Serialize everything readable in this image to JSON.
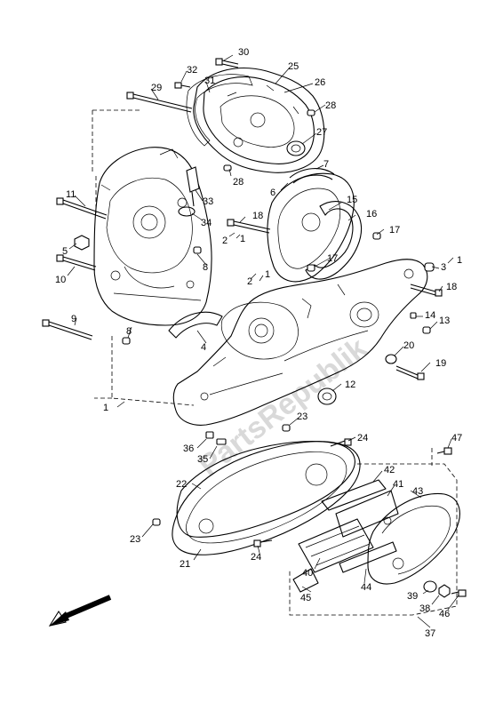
{
  "watermark": "PartsRepublik",
  "callouts": [
    {
      "id": "c30",
      "label": "30"
    },
    {
      "id": "c25",
      "label": "25"
    },
    {
      "id": "c32",
      "label": "32"
    },
    {
      "id": "c31",
      "label": "31"
    },
    {
      "id": "c29",
      "label": "29"
    },
    {
      "id": "c26",
      "label": "26"
    },
    {
      "id": "c28a",
      "label": "28"
    },
    {
      "id": "c27",
      "label": "27"
    },
    {
      "id": "c28b",
      "label": "28"
    },
    {
      "id": "c7",
      "label": "7"
    },
    {
      "id": "c6",
      "label": "6"
    },
    {
      "id": "c33",
      "label": "33"
    },
    {
      "id": "c15",
      "label": "15"
    },
    {
      "id": "c11",
      "label": "11"
    },
    {
      "id": "c34",
      "label": "34"
    },
    {
      "id": "c16",
      "label": "16"
    },
    {
      "id": "c18a",
      "label": "18"
    },
    {
      "id": "c17a",
      "label": "17"
    },
    {
      "id": "c2a",
      "label": "2"
    },
    {
      "id": "c1a",
      "label": "1"
    },
    {
      "id": "c5",
      "label": "5"
    },
    {
      "id": "c17b",
      "label": "17"
    },
    {
      "id": "c8a",
      "label": "8"
    },
    {
      "id": "c3",
      "label": "3"
    },
    {
      "id": "c1b",
      "label": "1"
    },
    {
      "id": "c10",
      "label": "10"
    },
    {
      "id": "c2b",
      "label": "2"
    },
    {
      "id": "c1c",
      "label": "1"
    },
    {
      "id": "c18b",
      "label": "18"
    },
    {
      "id": "c9",
      "label": "9"
    },
    {
      "id": "c14",
      "label": "14"
    },
    {
      "id": "c13",
      "label": "13"
    },
    {
      "id": "c8b",
      "label": "8"
    },
    {
      "id": "c4",
      "label": "4"
    },
    {
      "id": "c20",
      "label": "20"
    },
    {
      "id": "c19",
      "label": "19"
    },
    {
      "id": "c12",
      "label": "12"
    },
    {
      "id": "c1d",
      "label": "1"
    },
    {
      "id": "c23a",
      "label": "23"
    },
    {
      "id": "c36",
      "label": "36"
    },
    {
      "id": "c24a",
      "label": "24"
    },
    {
      "id": "c47",
      "label": "47"
    },
    {
      "id": "c35",
      "label": "35"
    },
    {
      "id": "c42",
      "label": "42"
    },
    {
      "id": "c22",
      "label": "22"
    },
    {
      "id": "c41",
      "label": "41"
    },
    {
      "id": "c43",
      "label": "43"
    },
    {
      "id": "c23b",
      "label": "23"
    },
    {
      "id": "c24b",
      "label": "24"
    },
    {
      "id": "c21",
      "label": "21"
    },
    {
      "id": "c40",
      "label": "40"
    },
    {
      "id": "c45",
      "label": "45"
    },
    {
      "id": "c44",
      "label": "44"
    },
    {
      "id": "c39",
      "label": "39"
    },
    {
      "id": "c38",
      "label": "38"
    },
    {
      "id": "c46",
      "label": "46"
    },
    {
      "id": "c37",
      "label": "37"
    }
  ]
}
